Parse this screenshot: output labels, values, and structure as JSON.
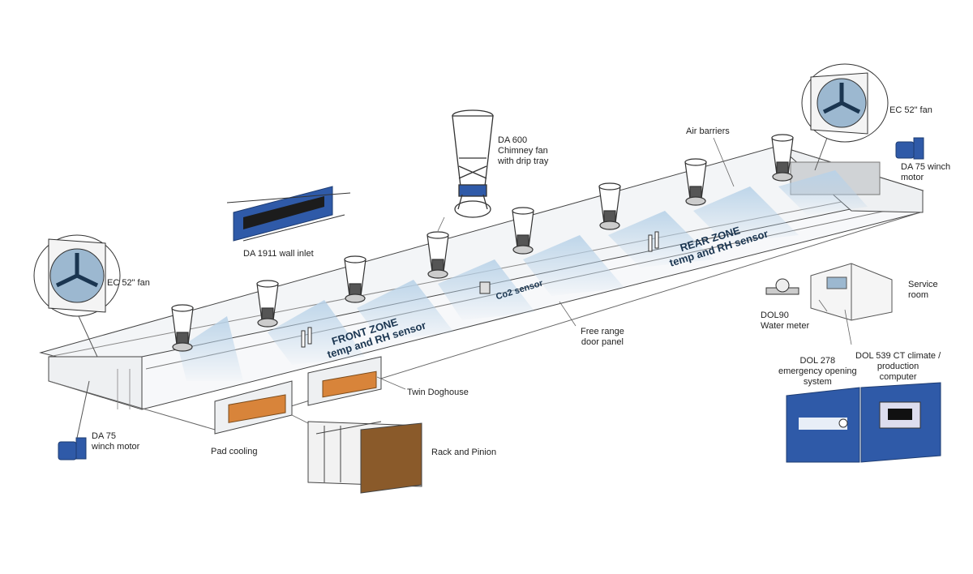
{
  "labels": {
    "ec_fan_left": "EC 52\" fan",
    "ec_fan_right": "EC 52\" fan",
    "da75_left": [
      "DA 75",
      "winch motor"
    ],
    "da75_right": [
      "DA 75 winch",
      "motor"
    ],
    "da1911": "DA 1911 wall inlet",
    "da600": [
      "DA 600",
      "Chimney fan",
      "with drip tray"
    ],
    "air_barriers": "Air barriers",
    "front_zone": [
      "FRONT ZONE",
      "temp and RH sensor"
    ],
    "rear_zone": [
      "REAR ZONE",
      "temp and RH sensor"
    ],
    "co2": "Co2 sensor",
    "free_range": [
      "Free range",
      "door panel"
    ],
    "twin_doghouse": "Twin Doghouse",
    "pad_cooling": "Pad cooling",
    "rack_pinion": "Rack and Pinion",
    "dol90": [
      "DOL90",
      "Water meter"
    ],
    "service_room": [
      "Service",
      "room"
    ],
    "dol278": [
      "DOL 278",
      "emergency opening",
      "system"
    ],
    "dol539": [
      "DOL 539 CT climate /",
      "production",
      "computer"
    ]
  },
  "colors": {
    "device_blue": "#2f5aa8",
    "pad_orange": "#d8843a",
    "air_flow": "#c9dcec",
    "outline": "#444444"
  },
  "icons": [
    "chimney-fan-icon",
    "wall-fan-icon",
    "winch-motor-icon",
    "wall-inlet-icon",
    "sensor-icon",
    "water-meter-icon",
    "control-panel-icon"
  ]
}
